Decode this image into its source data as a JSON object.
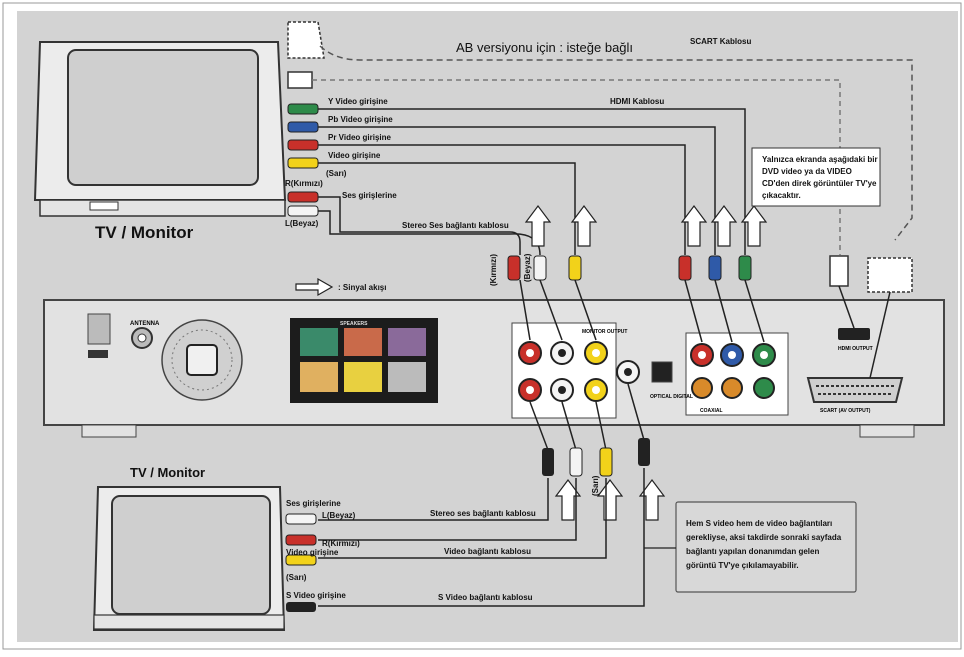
{
  "labels": {
    "ab_version": "AB versiyonu için : isteğe bağlı",
    "scart_cable": "SCART Kablosu",
    "hdmi_cable": "HDMI Kablosu",
    "y_video_in": "Y Video girişine",
    "pb_video_in": "Pb Video girişine",
    "pr_video_in": "Pr Video girişine",
    "video_in_top": "Video girişine",
    "sari_top": "(Sarı)",
    "r_kirmizi": "R(Kırmızı)",
    "ses_top": "Ses girişlerine",
    "l_beyaz_top": "L(Beyaz)",
    "stereo_cable_top": "Stereo Ses bağlantı kablosu",
    "tv_monitor_top": "TV / Monitor",
    "signal_flow": ": Sinyal akışı",
    "kirmizi_vertical": "(Kırmızı)",
    "beyaz_vertical": "(Beyaz)",
    "sari_vertical": "(Sarı)",
    "note_top": [
      "Yalnızca ekranda aşağıdaki bir",
      "DVD video ya da VIDEO",
      "CD'den direk görüntüler TV'ye",
      "çıkacaktır."
    ],
    "tv_monitor_bottom": "TV / Monitor",
    "ses_bottom": "Ses girişlerine",
    "l_beyaz_bottom": "L(Beyaz)",
    "r_kirmizi_bottom": "R(Kırmızı)",
    "video_in_bottom": "Video girişine",
    "sari_bottom": "(Sarı)",
    "svideo_in": "S Video girişine",
    "stereo_cable_bottom": "Stereo ses bağlantı kablosu",
    "video_cable": "Video bağlantı kablosu",
    "svideo_cable": "S Video bağlantı kablosu",
    "note_bottom": [
      "Hem S video hem de video bağlantıları",
      "gerekliyse, aksi takdirde sonraki sayfada",
      "bağlantı yapılan donanımdan gelen",
      "görüntü TV'ye çıkılamayabilir."
    ],
    "hdmi_output": "HDMI OUTPUT",
    "scart_out": "SCART (AV OUTPUT)",
    "optical": "OPTICAL DIGITAL",
    "coaxial": "COAXIAL",
    "monitor_out": "MONITOR OUTPUT",
    "antenna": "ANTENNA",
    "speakers": "SPEAKERS"
  },
  "colors": {
    "red": "#c8302a",
    "white": "#f4f4f4",
    "yellow": "#f2d21a",
    "green": "#2e8b4a",
    "blue": "#2f5aa8",
    "panel": "#d4d4d4"
  }
}
